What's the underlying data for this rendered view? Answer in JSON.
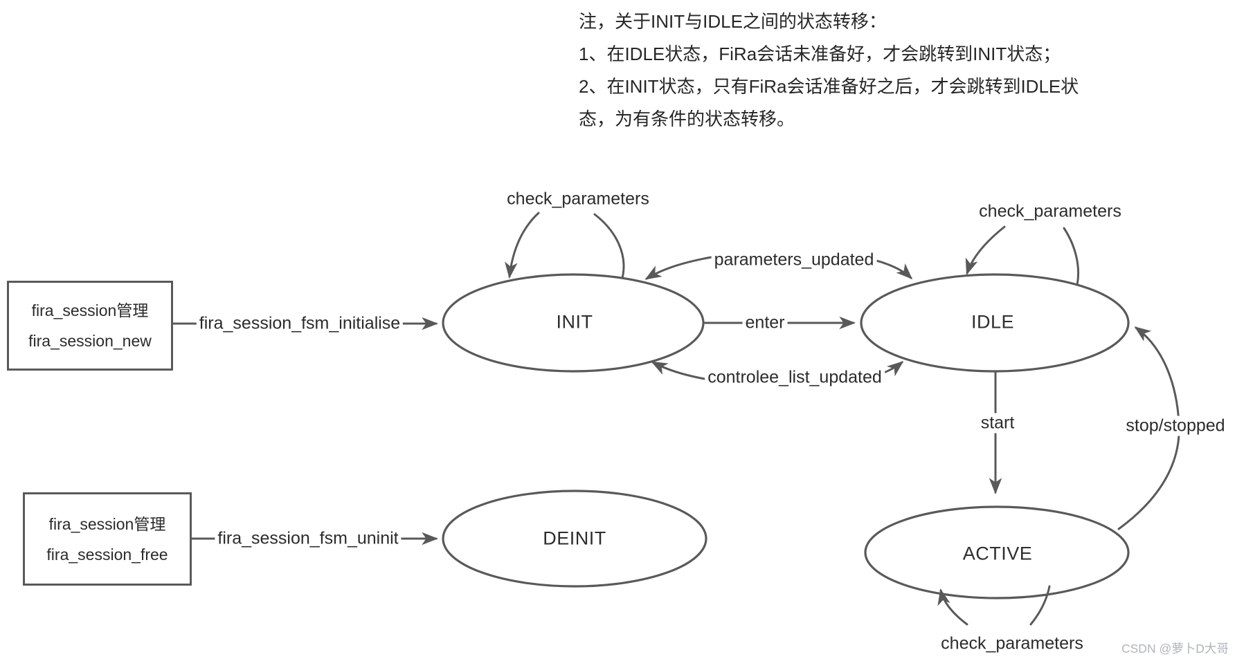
{
  "note": {
    "lines": [
      "注，关于INIT与IDLE之间的状态转移：",
      "1、在IDLE状态，FiRa会话未准备好，才会跳转到INIT状态；",
      "2、在INIT状态，只有FiRa会话准备好之后，才会跳转到IDLE状",
      "态，为有条件的状态转移。"
    ]
  },
  "boxes": {
    "new": {
      "line1": "fira_session管理",
      "line2": "fira_session_new"
    },
    "free": {
      "line1": "fira_session管理",
      "line2": "fira_session_free"
    }
  },
  "states": {
    "init": "INIT",
    "idle": "IDLE",
    "deinit": "DEINIT",
    "active": "ACTIVE"
  },
  "edges": {
    "initialise": "fira_session_fsm_initialise",
    "uninit": "fira_session_fsm_uninit",
    "enter": "enter",
    "parameters_updated": "parameters_updated",
    "controlee_list_updated": "controlee_list_updated",
    "start": "start",
    "stop": "stop/stopped",
    "check_init": "check_parameters",
    "check_idle": "check_parameters",
    "check_active": "check_parameters"
  },
  "watermark": "CSDN @萝卜D大哥",
  "colors": {
    "stroke": "#595959",
    "text": "#2b2b2b",
    "watermark": "#b0b4bb",
    "background": "#ffffff"
  }
}
